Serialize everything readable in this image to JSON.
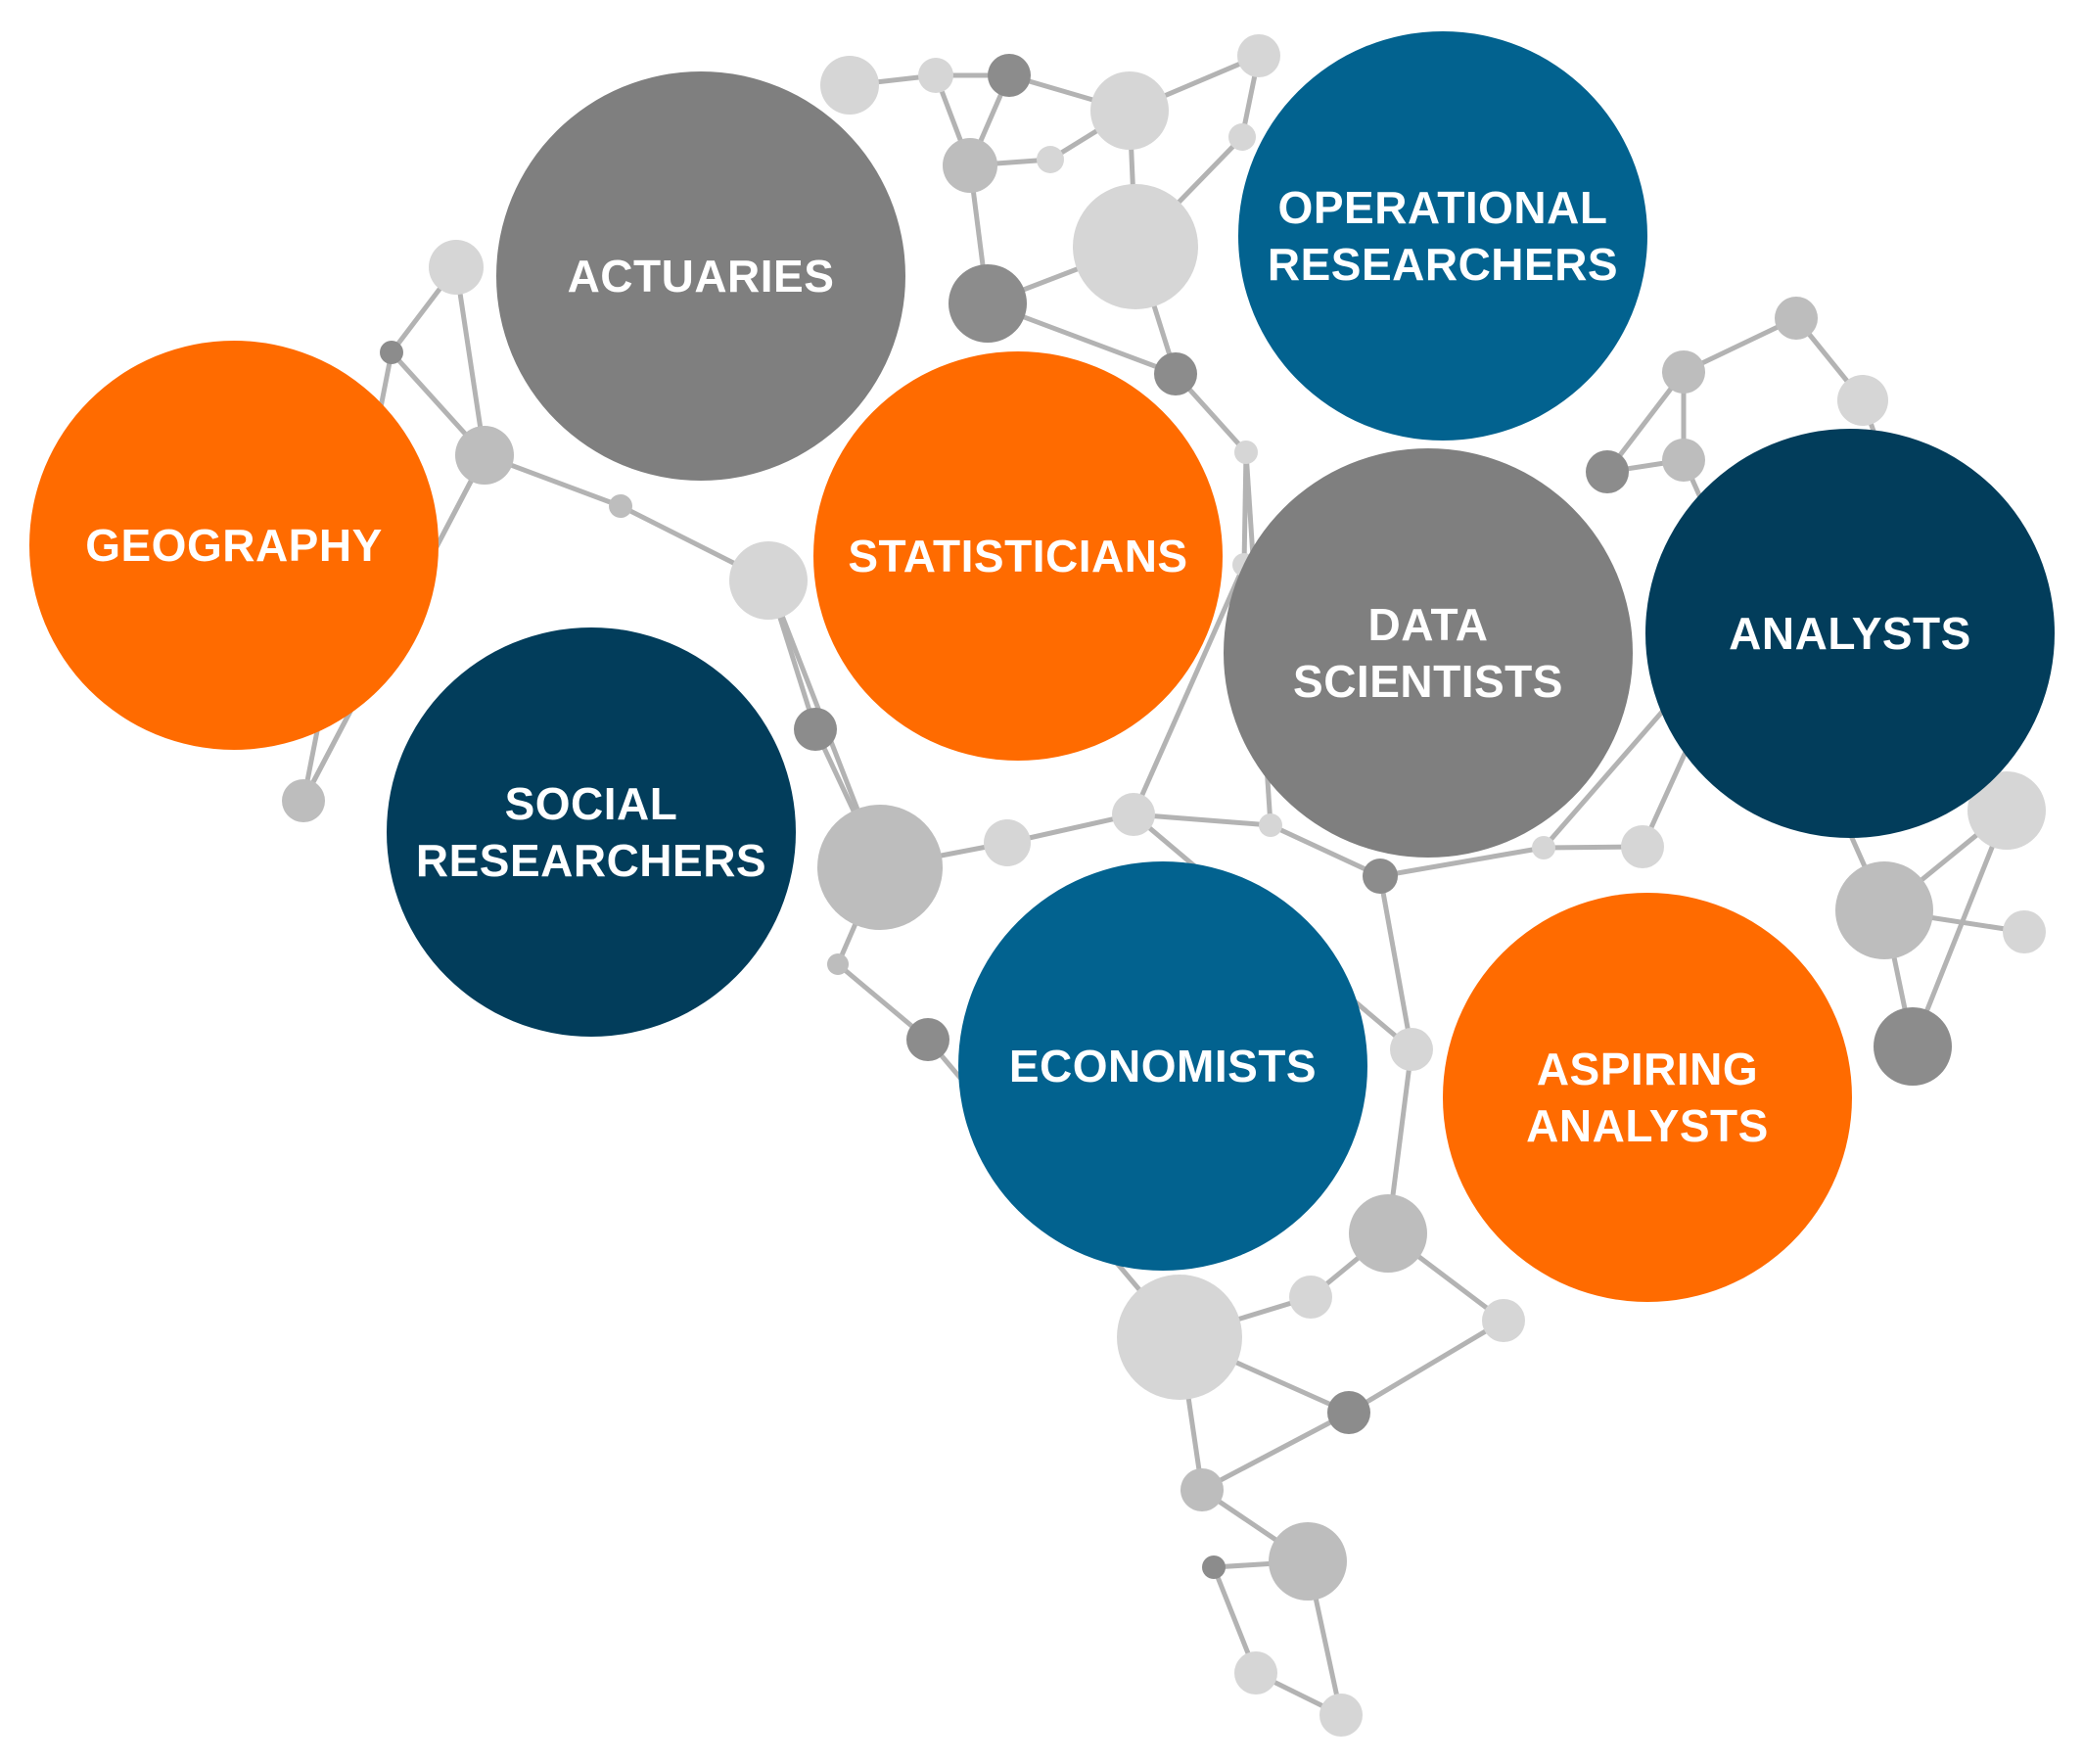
{
  "colors": {
    "orange": "#ff6b00",
    "gray": "#7f7f7f",
    "dark_navy": "#023d5b",
    "teal_blue": "#02628f",
    "network_line": "#b3b3b3",
    "node_light": "#d6d6d6",
    "node_mid": "#bdbdbd",
    "node_dark": "#8c8c8c"
  },
  "bubbles": [
    {
      "id": "geography",
      "label": "GEOGRAPHY",
      "color": "orange"
    },
    {
      "id": "actuaries",
      "label": "ACTUARIES",
      "color": "gray"
    },
    {
      "id": "statisticians",
      "label": "STATISTICIANS",
      "color": "orange"
    },
    {
      "id": "operational-researchers",
      "label": "OPERATIONAL\nRESEARCHERS",
      "color": "teal_blue"
    },
    {
      "id": "social-researchers",
      "label": "SOCIAL\nRESEARCHERS",
      "color": "dark_navy"
    },
    {
      "id": "data-scientists",
      "label": "DATA\nSCIENTISTS",
      "color": "gray"
    },
    {
      "id": "analysts",
      "label": "ANALYSTS",
      "color": "dark_navy"
    },
    {
      "id": "economists",
      "label": "ECONOMISTS",
      "color": "teal_blue"
    },
    {
      "id": "aspiring-analysts",
      "label": "ASPIRING\nANALYSTS",
      "color": "orange"
    }
  ]
}
